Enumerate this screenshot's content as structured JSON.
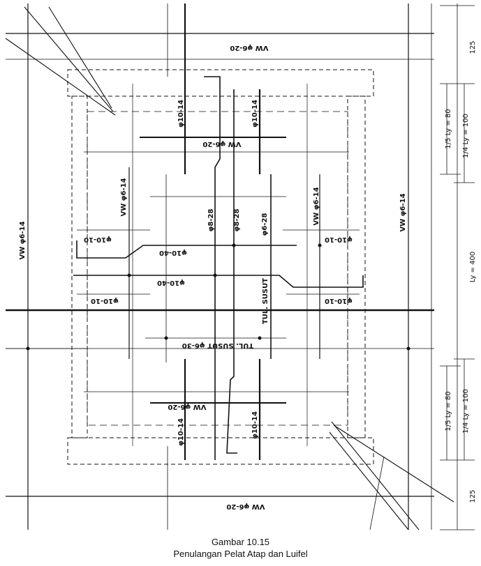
{
  "caption": {
    "number": "Gambar 10.15",
    "title": "Penulangan Pelat Atap dan Luifel"
  },
  "labels": {
    "vw_top": "VW φ6-20",
    "vw_mid_top": "VW φ6-20",
    "vw_bottom": "VW φ6-20",
    "vw_mid_bottom": "VW φ6-20",
    "vw_left": "VW φ6-14",
    "vw_right": "VW φ6-14",
    "vw_inner_left": "VW φ6-14",
    "vw_inner_right": "VW φ6-14",
    "bar_top_1": "φ10-14",
    "bar_top_2": "φ10-14",
    "bar_bot_1": "φ10-14",
    "bar_bot_2": "φ10-14",
    "mid_1": "φ8-28",
    "mid_2": "φ8-28",
    "mid_3": "φ6-28",
    "h_40_upper": "φ10-40",
    "h_40_lower": "φ10-40",
    "h_10_left_upper": "φ10-10",
    "h_10_right_upper": "φ10-10",
    "h_10_left_lower": "φ10-10",
    "h_10_right_lower": "φ10-10",
    "susut_h": "TUL. SUSUT φ6-30",
    "susut_v": "TUL. SUSUT"
  },
  "dimensions": {
    "top_125": "125",
    "bottom_125": "125",
    "ly": "Ly = 400",
    "upper_80": "1/5 Ly = 80",
    "upper_100": "1/4 Ly = 100",
    "lower_80": "1/5 Ly = 80",
    "lower_100": "1/4 Ly = 100"
  }
}
